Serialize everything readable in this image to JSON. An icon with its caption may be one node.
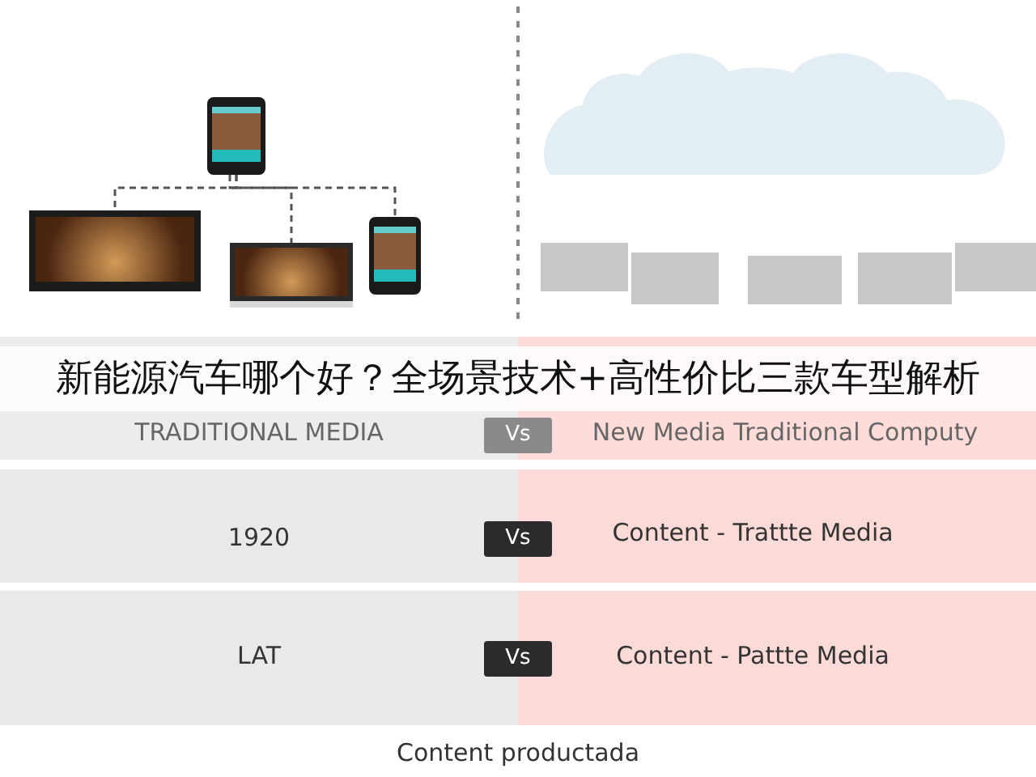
{
  "diagram": {
    "title": "新能源汽车哪个好？全场景技术+高性价比三款车型解析",
    "nodes": [
      {
        "text": [],
        "shape": "picture"
      },
      {
        "text": [],
        "shape": "picture"
      },
      {
        "text": [],
        "shape": "picture"
      },
      {
        "text": [],
        "shape": "picture"
      }
    ],
    "edges": [
      {
        "from": 0,
        "to": 1,
        "arrow": "none",
        "style": "dashed"
      },
      {
        "from": 0,
        "to": 2,
        "arrow": "none",
        "style": "dashed"
      },
      {
        "from": 0,
        "to": 3,
        "arrow": "none",
        "style": "dashed"
      }
    ],
    "labels": [
      "TRADITIONAL MEDIA",
      "Vs",
      "New Media Traditional Computy",
      "1920",
      "Vs",
      "Content - Trattte Media",
      "LAT",
      "Vs",
      "Content - Pattte Media",
      "Content productada"
    ]
  }
}
